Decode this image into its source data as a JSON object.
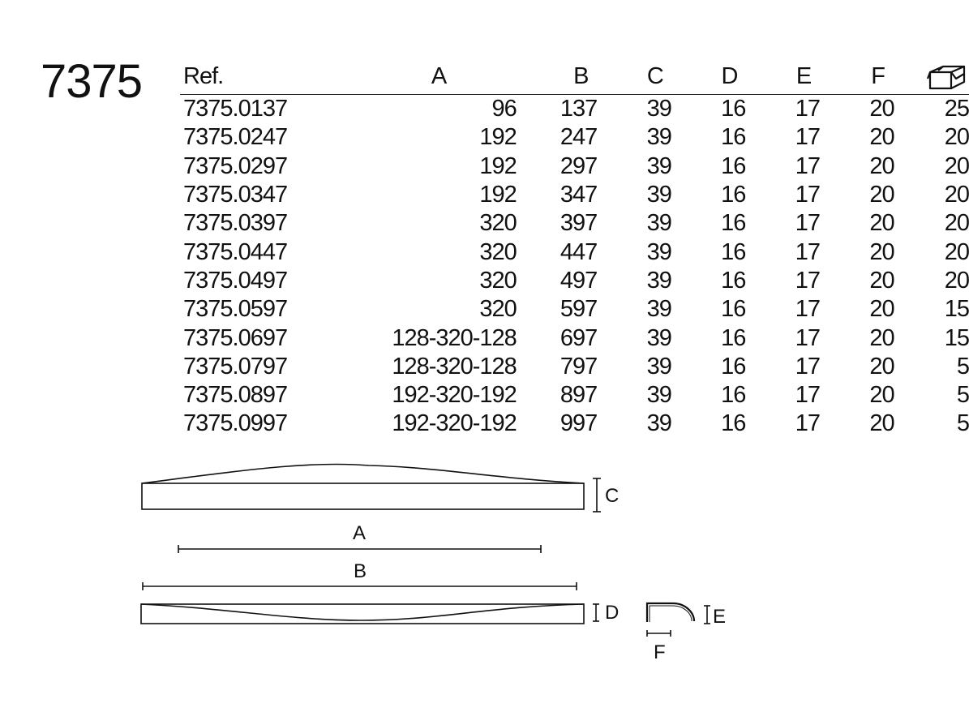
{
  "model_number": "7375",
  "table": {
    "headers": [
      "Ref.",
      "A",
      "B",
      "C",
      "D",
      "E",
      "F"
    ],
    "box_header_icon": "box-icon",
    "rows": [
      {
        "ref": "7375.0137",
        "a": "96",
        "b": "137",
        "c": "39",
        "d": "16",
        "e": "17",
        "f": "20",
        "qty": "25"
      },
      {
        "ref": "7375.0247",
        "a": "192",
        "b": "247",
        "c": "39",
        "d": "16",
        "e": "17",
        "f": "20",
        "qty": "20"
      },
      {
        "ref": "7375.0297",
        "a": "192",
        "b": "297",
        "c": "39",
        "d": "16",
        "e": "17",
        "f": "20",
        "qty": "20"
      },
      {
        "ref": "7375.0347",
        "a": "192",
        "b": "347",
        "c": "39",
        "d": "16",
        "e": "17",
        "f": "20",
        "qty": "20"
      },
      {
        "ref": "7375.0397",
        "a": "320",
        "b": "397",
        "c": "39",
        "d": "16",
        "e": "17",
        "f": "20",
        "qty": "20"
      },
      {
        "ref": "7375.0447",
        "a": "320",
        "b": "447",
        "c": "39",
        "d": "16",
        "e": "17",
        "f": "20",
        "qty": "20"
      },
      {
        "ref": "7375.0497",
        "a": "320",
        "b": "497",
        "c": "39",
        "d": "16",
        "e": "17",
        "f": "20",
        "qty": "20"
      },
      {
        "ref": "7375.0597",
        "a": "320",
        "b": "597",
        "c": "39",
        "d": "16",
        "e": "17",
        "f": "20",
        "qty": "15"
      },
      {
        "ref": "7375.0697",
        "a": "128-320-128",
        "b": "697",
        "c": "39",
        "d": "16",
        "e": "17",
        "f": "20",
        "qty": "15"
      },
      {
        "ref": "7375.0797",
        "a": "128-320-128",
        "b": "797",
        "c": "39",
        "d": "16",
        "e": "17",
        "f": "20",
        "qty": "5"
      },
      {
        "ref": "7375.0897",
        "a": "192-320-192",
        "b": "897",
        "c": "39",
        "d": "16",
        "e": "17",
        "f": "20",
        "qty": "5"
      },
      {
        "ref": "7375.0997",
        "a": "192-320-192",
        "b": "997",
        "c": "39",
        "d": "16",
        "e": "17",
        "f": "20",
        "qty": "5"
      }
    ]
  },
  "drawing": {
    "label_c": "C",
    "label_a": "A",
    "label_b": "B",
    "label_d": "D",
    "label_e": "E",
    "label_f": "F"
  }
}
